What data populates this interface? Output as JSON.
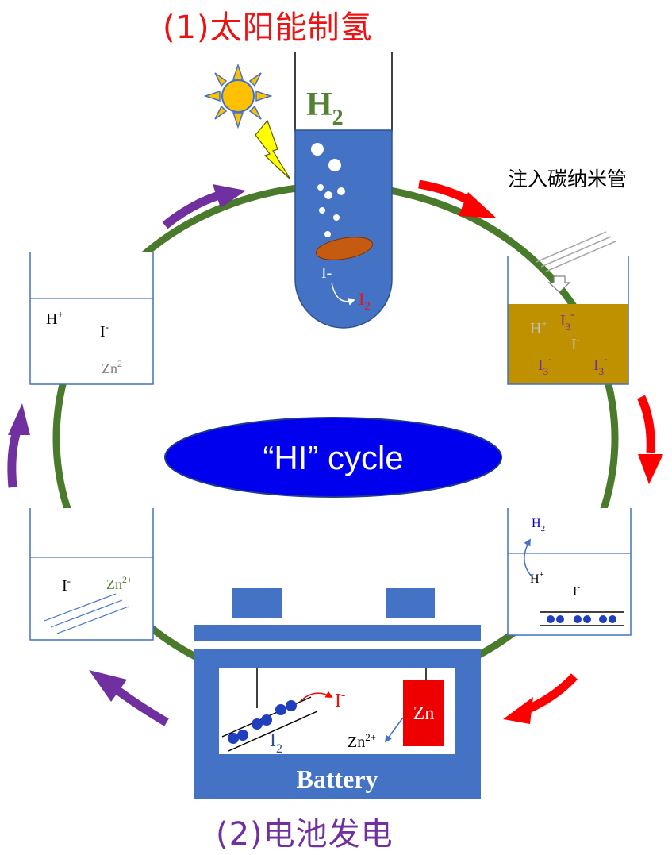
{
  "title_top": "(1)太阳能制氢",
  "title_bottom": "(2)电池发电",
  "cycle_label": "“HI” cycle",
  "step_inject_label": "注入碳纳米管",
  "tube": {
    "gas": "H",
    "gas_sub": "2",
    "reactant": "I-",
    "product": "I",
    "product_sub": "2"
  },
  "beaker_right_top": {
    "h_plus": "H",
    "h_plus_sup": "+",
    "i3_a": "I",
    "i3_a_sub": "3",
    "i3_a_sup": "-",
    "i_minus": "I",
    "i_minus_sup": "-",
    "i3_b": "I",
    "i3_b_sub": "3",
    "i3_b_sup": "-",
    "i3_c": "I",
    "i3_c_sub": "3",
    "i3_c_sup": "-"
  },
  "beaker_right_bottom": {
    "h2": "H",
    "h2_sub": "2",
    "h_plus": "H",
    "h_plus_sup": "+",
    "i_minus": "I",
    "i_minus_sup": "-"
  },
  "beaker_left_top": {
    "h_plus": "H",
    "h_plus_sup": "+",
    "i_minus": "I",
    "i_minus_sup": "-",
    "zn": "Zn",
    "zn_sup": "2+"
  },
  "beaker_left_bottom": {
    "i_minus": "I",
    "i_minus_sup": "-",
    "zn": "Zn",
    "zn_sup": "2+"
  },
  "battery": {
    "label": "Battery",
    "i_minus": "I",
    "i_minus_sup": "-",
    "i2": "I",
    "i2_sub": "2",
    "zn_electrode": "Zn",
    "zn_ion": "Zn",
    "zn_ion_sup": "2+"
  },
  "colors": {
    "ring": "#4a7a2c",
    "blue": "#4472c4",
    "red_arrow": "#ff0000",
    "purple_arrow": "#7030a0",
    "ellipse": "#0000ee",
    "solution": "#bf9000",
    "zn_red": "#ee0000",
    "orange_catalyst": "#c55a11",
    "sun": "#ffc000"
  }
}
